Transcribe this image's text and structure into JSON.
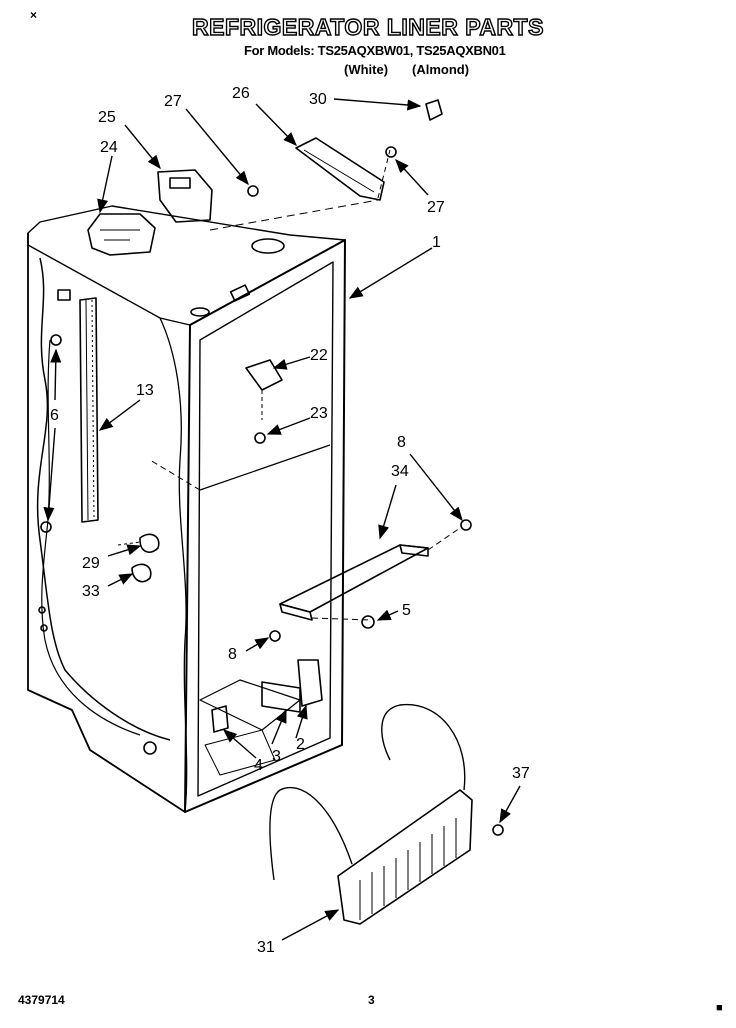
{
  "header": {
    "title": "REFRIGERATOR LINER PARTS",
    "models_line": "For Models: TS25AQXBW01, TS25AQXBN01",
    "variant_white": "(White)",
    "variant_almond": "(Almond)"
  },
  "corner_marks": {
    "top_left": "×",
    "bottom_right": "■"
  },
  "callouts": [
    {
      "id": "c25",
      "text": "25"
    },
    {
      "id": "c27a",
      "text": "27"
    },
    {
      "id": "c26",
      "text": "26"
    },
    {
      "id": "c30",
      "text": "30"
    },
    {
      "id": "c24",
      "text": "24"
    },
    {
      "id": "c27b",
      "text": "27"
    },
    {
      "id": "c1",
      "text": "1"
    },
    {
      "id": "c22",
      "text": "22"
    },
    {
      "id": "c13",
      "text": "13"
    },
    {
      "id": "c6",
      "text": "6"
    },
    {
      "id": "c23",
      "text": "23"
    },
    {
      "id": "c8a",
      "text": "8"
    },
    {
      "id": "c34",
      "text": "34"
    },
    {
      "id": "c29",
      "text": "29"
    },
    {
      "id": "c33",
      "text": "33"
    },
    {
      "id": "c5",
      "text": "5"
    },
    {
      "id": "c8b",
      "text": "8"
    },
    {
      "id": "c3",
      "text": "3"
    },
    {
      "id": "c2",
      "text": "2"
    },
    {
      "id": "c4",
      "text": "4"
    },
    {
      "id": "c37",
      "text": "37"
    },
    {
      "id": "c31",
      "text": "31"
    }
  ],
  "footer": {
    "part_number": "4379714",
    "page": "3"
  }
}
